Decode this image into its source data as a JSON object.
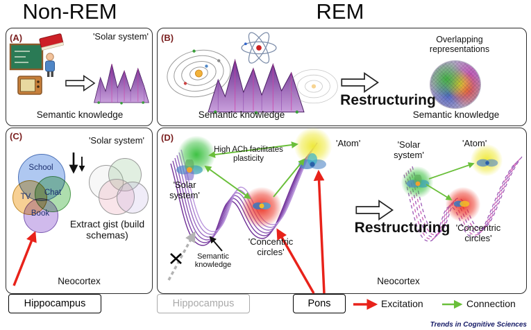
{
  "titles": {
    "non_rem": "Non-REM",
    "rem": "REM"
  },
  "panel_a": {
    "label": "(A)",
    "solar_system": "'Solar system'",
    "semantic_knowledge": "Semantic knowledge"
  },
  "panel_b": {
    "label": "(B)",
    "semantic_knowledge_left": "Semantic knowledge",
    "restructuring": "Restructuring",
    "overlapping": "Overlapping representations",
    "semantic_knowledge_right": "Semantic knowledge"
  },
  "panel_c": {
    "label": "(C)",
    "venn": {
      "school": "School",
      "tv": "TV",
      "chat": "Chat",
      "book": "Book"
    },
    "solar_system": "'Solar system'",
    "extract_gist": "Extract gist (build schemas)",
    "neocortex": "Neocortex"
  },
  "panel_d": {
    "label": "(D)",
    "high_ach": "High ACh facilitates plasticity",
    "solar_system_left": "'Solar system'",
    "atom_left": "'Atom'",
    "concentric_left": "'Concentric circles'",
    "semantic_knowledge": "Semantic knowledge",
    "restructuring": "Restructuring",
    "solar_system_right": "'Solar system'",
    "atom_right": "'Atom'",
    "concentric_right": "'Concentric circles'",
    "neocortex": "Neocortex"
  },
  "footer": {
    "hippocampus_active": "Hippocampus",
    "hippocampus_inactive": "Hippocampus",
    "pons": "Pons",
    "excitation": "Excitation",
    "connection": "Connection",
    "journal": "Trends in Cognitive Sciences"
  },
  "colors": {
    "excitation_red": "#e8221a",
    "connection_green": "#6abf3a",
    "landscape_purple": "#7d3fa0",
    "panel_label_maroon": "#7a1f1f",
    "journal_navy": "#141a66"
  }
}
